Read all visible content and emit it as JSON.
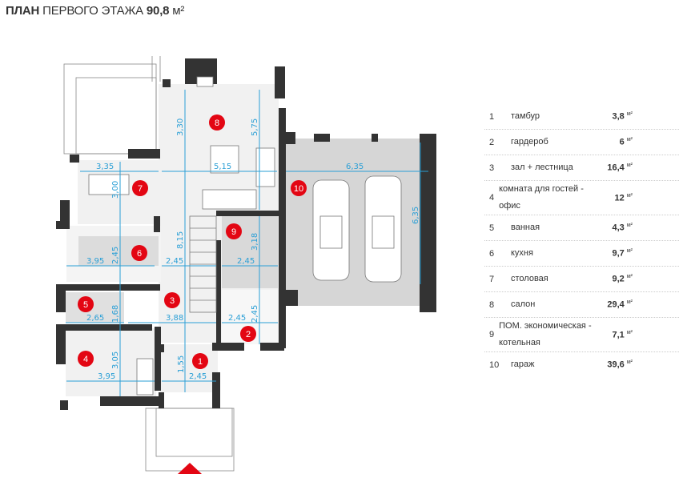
{
  "title": {
    "bold": "ПЛАН",
    "rest": "ПЕРВОГО ЭТАЖА",
    "area": "90,8",
    "unit": "м²"
  },
  "colors": {
    "wall": "#333333",
    "dimension": "#2a9fd6",
    "marker": "#e30613",
    "garage_floor": "#d6d6d6",
    "room_floor": "#f1f1f1"
  },
  "plan": {
    "room_markers": [
      "1",
      "2",
      "3",
      "4",
      "5",
      "6",
      "7",
      "8",
      "9",
      "10"
    ],
    "dimensions": [
      "3,35",
      "5,15",
      "6,35",
      "3,30",
      "5,75",
      "8,15",
      "3,00",
      "3,18",
      "6,35",
      "2,45",
      "3,95",
      "2,45",
      "2,45",
      "2,65",
      "1,68",
      "3,88",
      "2,45",
      "2,45",
      "3,05",
      "3,95",
      "2,45",
      "1,55"
    ],
    "entrance_arrow": "entrance-arrow"
  },
  "legend": [
    {
      "num": "1",
      "name": "тамбур",
      "area": "3,8",
      "unit": "м²"
    },
    {
      "num": "2",
      "name": "гардероб",
      "area": "6",
      "unit": "м²"
    },
    {
      "num": "3",
      "name": "зал + лестница",
      "area": "16,4",
      "unit": "м²"
    },
    {
      "num": "4",
      "name": "комната для гостей - офис",
      "area": "12",
      "unit": "м²"
    },
    {
      "num": "5",
      "name": "ванная",
      "area": "4,3",
      "unit": "м²"
    },
    {
      "num": "6",
      "name": "кухня",
      "area": "9,7",
      "unit": "м²"
    },
    {
      "num": "7",
      "name": "столовая",
      "area": "9,2",
      "unit": "м²"
    },
    {
      "num": "8",
      "name": "салон",
      "area": "29,4",
      "unit": "м²"
    },
    {
      "num": "9",
      "name": "ПОМ. экономическая - котельная",
      "area": "7,1",
      "unit": "м²"
    },
    {
      "num": "10",
      "name": "гараж",
      "area": "39,6",
      "unit": "м²"
    }
  ]
}
